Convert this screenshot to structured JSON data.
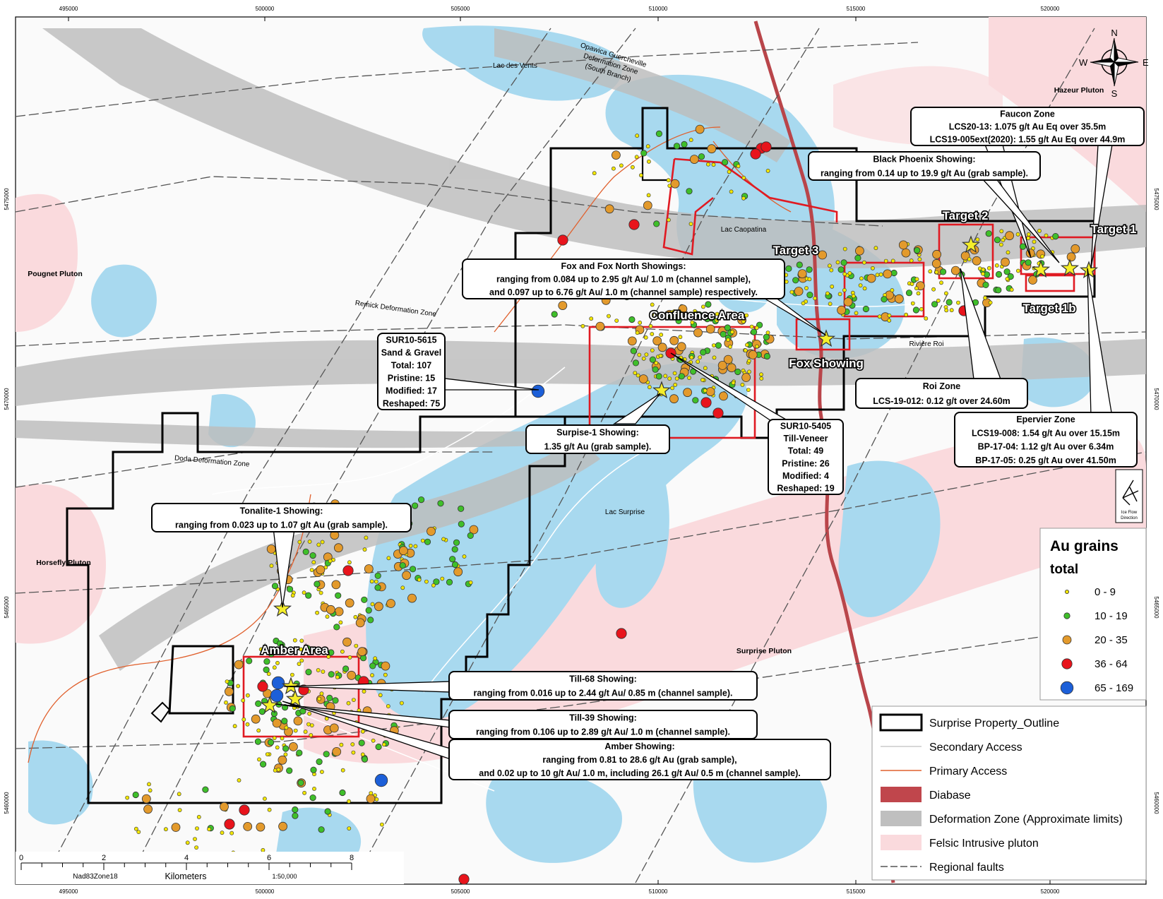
{
  "grid": {
    "eastings": [
      "495000",
      "500000",
      "505000",
      "510000",
      "515000",
      "520000"
    ],
    "northings": [
      "5475000",
      "5470000",
      "5465000",
      "5460000"
    ]
  },
  "map_labels": {
    "lac_des_vents": "Lac des Vents",
    "opawica_1": "Opawica Guercheville",
    "opawica_2": "Deformation Zone",
    "opawica_3": "(South Branch)",
    "hazeur": "Hazeur Pluton",
    "pougnet": "Pougnet Pluton",
    "remick": "Remick Deformation Zone",
    "lac_caopatina": "Lac Caopatina",
    "riviere_roi": "Rivière Roi",
    "doda": "Doda Deformation Zone",
    "lac_surprise": "Lac Surprise",
    "horsefly": "Horsefly Pluton",
    "surprise_pluton": "Surprise Pluton"
  },
  "area_labels": {
    "confluence": "Confluence Area",
    "amber": "Amber Area",
    "target1": "Target 1",
    "target1b": "Target 1b",
    "target2": "Target 2",
    "target3": "Target 3",
    "fox": "Fox Showing"
  },
  "callouts": {
    "faucon": [
      "Faucon Zone",
      "LCS20-13: 1.075 g/t Au Eq over 35.5m",
      "LCS19-005ext(2020): 1.55 g/t Au Eq over 44.9m"
    ],
    "black_phoenix": [
      "Black Phoenix Showing:",
      "ranging from 0.14 up to 19.9 g/t Au (grab sample)."
    ],
    "fox_north": [
      "Fox and Fox North Showings:",
      "ranging from 0.084 up to 2.95 g/t Au/ 1.0 m (channel sample),",
      "and 0.097 up to 6.76 g/t Au/ 1.0 m (channel sample) respectively."
    ],
    "sur5615": [
      "SUR10-5615",
      "Sand & Gravel",
      "Total: 107",
      "Pristine: 15",
      "Modified: 17",
      "Reshaped: 75"
    ],
    "roi": [
      "Roi Zone",
      "LCS-19-012: 0.12 g/t over 24.60m"
    ],
    "epervier": [
      "Epervier Zone",
      "LCS19-008: 1.54 g/t Au over 15.15m",
      "BP-17-04: 1.12 g/t Au over 6.34m",
      "BP-17-05: 0.25 g/t Au over 41.50m"
    ],
    "surprise1": [
      "Surpise-1 Showing:",
      "1.35 g/t Au (grab sample)."
    ],
    "sur5405": [
      "SUR10-5405",
      "Till-Veneer",
      "Total: 49",
      "Pristine: 26",
      "Modified: 4",
      "Reshaped: 19"
    ],
    "tonalite": [
      "Tonalite-1 Showing:",
      "ranging from 0.023 up to 1.07 g/t Au (grab sample)."
    ],
    "till68": [
      "Till-68 Showing:",
      "ranging from 0.016 up to 2.44 g/t Au/ 0.85 m (channel sample)."
    ],
    "till39": [
      "Till-39 Showing:",
      "ranging from 0.106 up to 2.89 g/t Au/ 1.0 m (channel sample)."
    ],
    "amber": [
      "Amber Showing:",
      "ranging from 0.81 to 28.6 g/t Au (grab sample),",
      "and 0.02 up to 10 g/t Au/ 1.0 m, including 26.1 g/t Au/ 0.5 m (channel sample)."
    ]
  },
  "north_arrow": {
    "n": "N",
    "s": "S",
    "e": "E",
    "w": "W"
  },
  "ice_flow": [
    "Ice Flow",
    "Direction"
  ],
  "au_legend": {
    "title1": "Au grains",
    "title2": "total",
    "classes": [
      {
        "label": "0 - 9",
        "color": "#f2e600"
      },
      {
        "label": "10 - 19",
        "color": "#3fbf2a"
      },
      {
        "label": "20 - 35",
        "color": "#e39a2c"
      },
      {
        "label": "36 - 64",
        "color": "#e8141c"
      },
      {
        "label": "65 - 169",
        "color": "#1c5fd8"
      }
    ]
  },
  "main_legend": [
    {
      "label": "Surprise Property_Outline"
    },
    {
      "label": "Secondary Access"
    },
    {
      "label": "Primary Access"
    },
    {
      "label": "Diabase",
      "color": "#c0464c"
    },
    {
      "label": "Deformation Zone (Approximate limits)",
      "color": "#bfbfbf"
    },
    {
      "label": "Felsic Intrusive pluton",
      "color": "#fadadd"
    },
    {
      "label": "Regional faults"
    }
  ],
  "scale": {
    "ticks": [
      "0",
      "2",
      "4",
      "6",
      "8"
    ],
    "units": "Kilometers",
    "datum": "Nad83Zone18",
    "ratio": "1:50,000"
  }
}
